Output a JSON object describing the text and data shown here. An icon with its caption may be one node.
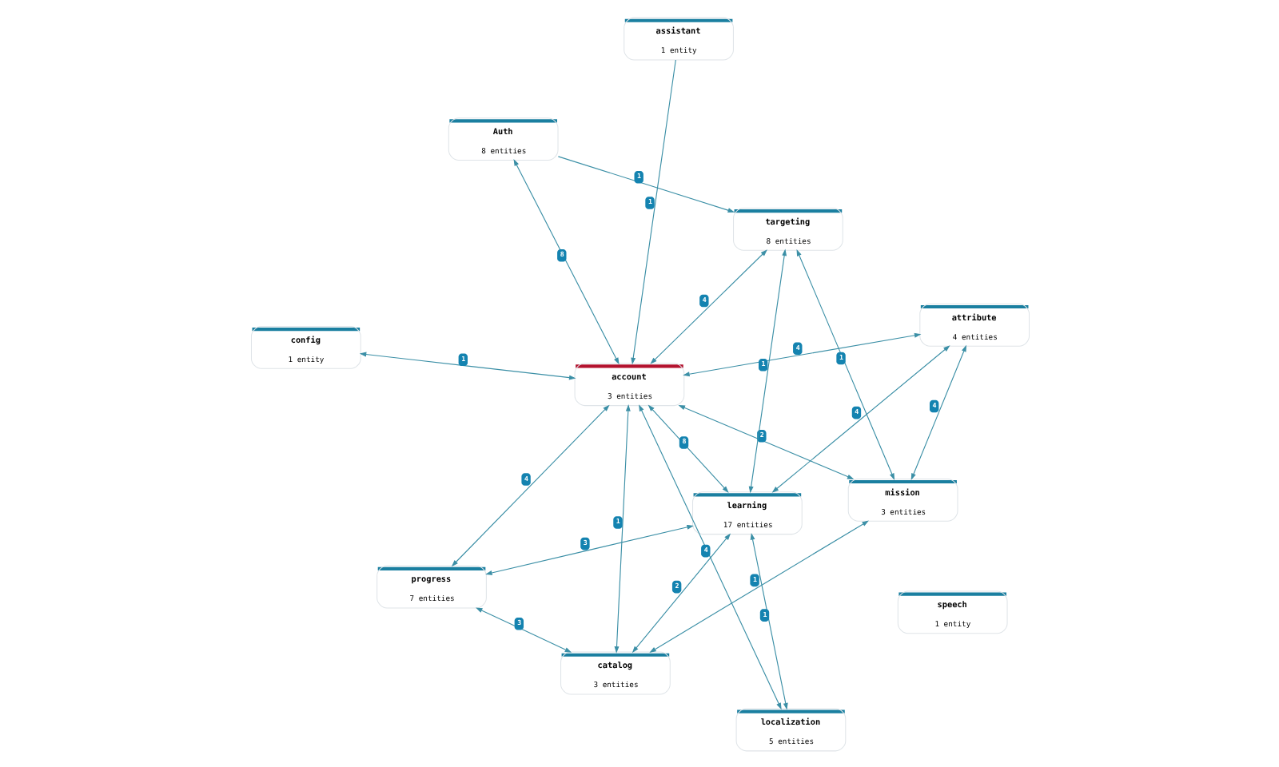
{
  "diagram": {
    "nodes": [
      {
        "text": [
          "progress",
          "7 entities"
        ]
      },
      {
        "text": [
          "learning",
          "17 entities"
        ]
      },
      {
        "text": [
          "localization",
          "5 entities"
        ]
      },
      {
        "text": [
          "config",
          "1 entity"
        ]
      },
      {
        "text": [
          "assistant",
          "1 entity"
        ]
      },
      {
        "text": [
          "speech",
          "1 entity"
        ]
      },
      {
        "text": [
          "catalog",
          "3 entities"
        ]
      },
      {
        "text": [
          "attribute",
          "4 entities"
        ]
      },
      {
        "text": [
          "account",
          "3 entities"
        ]
      },
      {
        "text": [
          "Auth",
          "8 entities"
        ]
      },
      {
        "text": [
          "mission",
          "3 entities"
        ]
      },
      {
        "text": [
          "targeting",
          "8 entities"
        ]
      }
    ],
    "edges": [
      {
        "from": 0,
        "to": 1,
        "arrow": "both",
        "label": "3"
      },
      {
        "from": 1,
        "to": 2,
        "arrow": "both",
        "label": "1"
      },
      {
        "from": 0,
        "to": 6,
        "arrow": "both",
        "label": "3"
      },
      {
        "from": 1,
        "to": 6,
        "arrow": "both",
        "label": "2"
      },
      {
        "from": 1,
        "to": 7,
        "arrow": "both",
        "label": "4"
      },
      {
        "from": 0,
        "to": 8,
        "arrow": "both",
        "label": "4"
      },
      {
        "from": 1,
        "to": 8,
        "arrow": "both",
        "label": "8"
      },
      {
        "from": 11,
        "to": 1,
        "arrow": "both",
        "label": "1"
      },
      {
        "from": 3,
        "to": 8,
        "arrow": "both",
        "label": "1"
      },
      {
        "from": 2,
        "to": 8,
        "arrow": "both",
        "label": "4"
      },
      {
        "from": 4,
        "to": 8,
        "arrow": "to",
        "label": "1"
      },
      {
        "from": 6,
        "to": 8,
        "arrow": "both",
        "label": "1"
      },
      {
        "from": 7,
        "to": 8,
        "arrow": "both",
        "label": "4"
      },
      {
        "from": 9,
        "to": 8,
        "arrow": "both",
        "label": "8"
      },
      {
        "from": 10,
        "to": 8,
        "arrow": "both",
        "label": "2"
      },
      {
        "from": 8,
        "to": 11,
        "arrow": "both",
        "label": "4"
      },
      {
        "from": 9,
        "to": 11,
        "arrow": "to",
        "label": "1"
      },
      {
        "from": 10,
        "to": 6,
        "arrow": "both",
        "label": "1"
      },
      {
        "from": 10,
        "to": 7,
        "arrow": "both",
        "label": "4"
      },
      {
        "from": 11,
        "to": 10,
        "arrow": "both",
        "label": "1"
      }
    ]
  }
}
